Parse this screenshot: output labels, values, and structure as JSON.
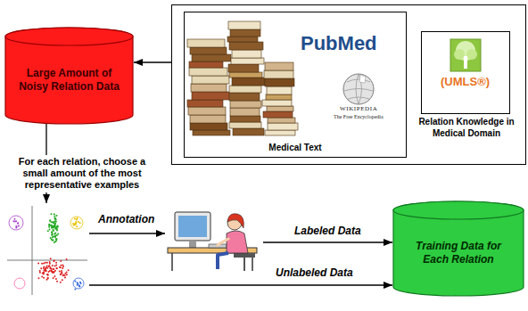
{
  "diagram": {
    "nodes": [
      {
        "text": [
          "Large Amount of Noisy Relation Data"
        ]
      },
      {
        "text": []
      },
      {
        "text": [
          "Medical Text"
        ],
        "in": 1
      },
      {
        "text": [
          "Relation Knowledge in Medical Domain"
        ],
        "in": 1
      },
      {
        "text": []
      },
      {
        "text": []
      },
      {
        "text": [
          "Training Data for Each Relation"
        ]
      }
    ],
    "edges": [
      {
        "from": 1,
        "to": 0,
        "arrow": "to"
      },
      {
        "from": 0,
        "to": 4,
        "arrow": "to",
        "label": "For each relation, choose a small amount of the most representative examples"
      },
      {
        "from": 4,
        "to": 5,
        "arrow": "to",
        "label": "Annotation"
      },
      {
        "from": 5,
        "to": 6,
        "arrow": "to",
        "label": "Labeled Data"
      },
      {
        "from": 4,
        "to": 6,
        "arrow": "to",
        "label": "Unlabeled Data"
      }
    ],
    "labels": [
      "PubMed",
      "WIKIPEDIA",
      "The Free Encyclopedia",
      "(UMLS®)"
    ]
  }
}
